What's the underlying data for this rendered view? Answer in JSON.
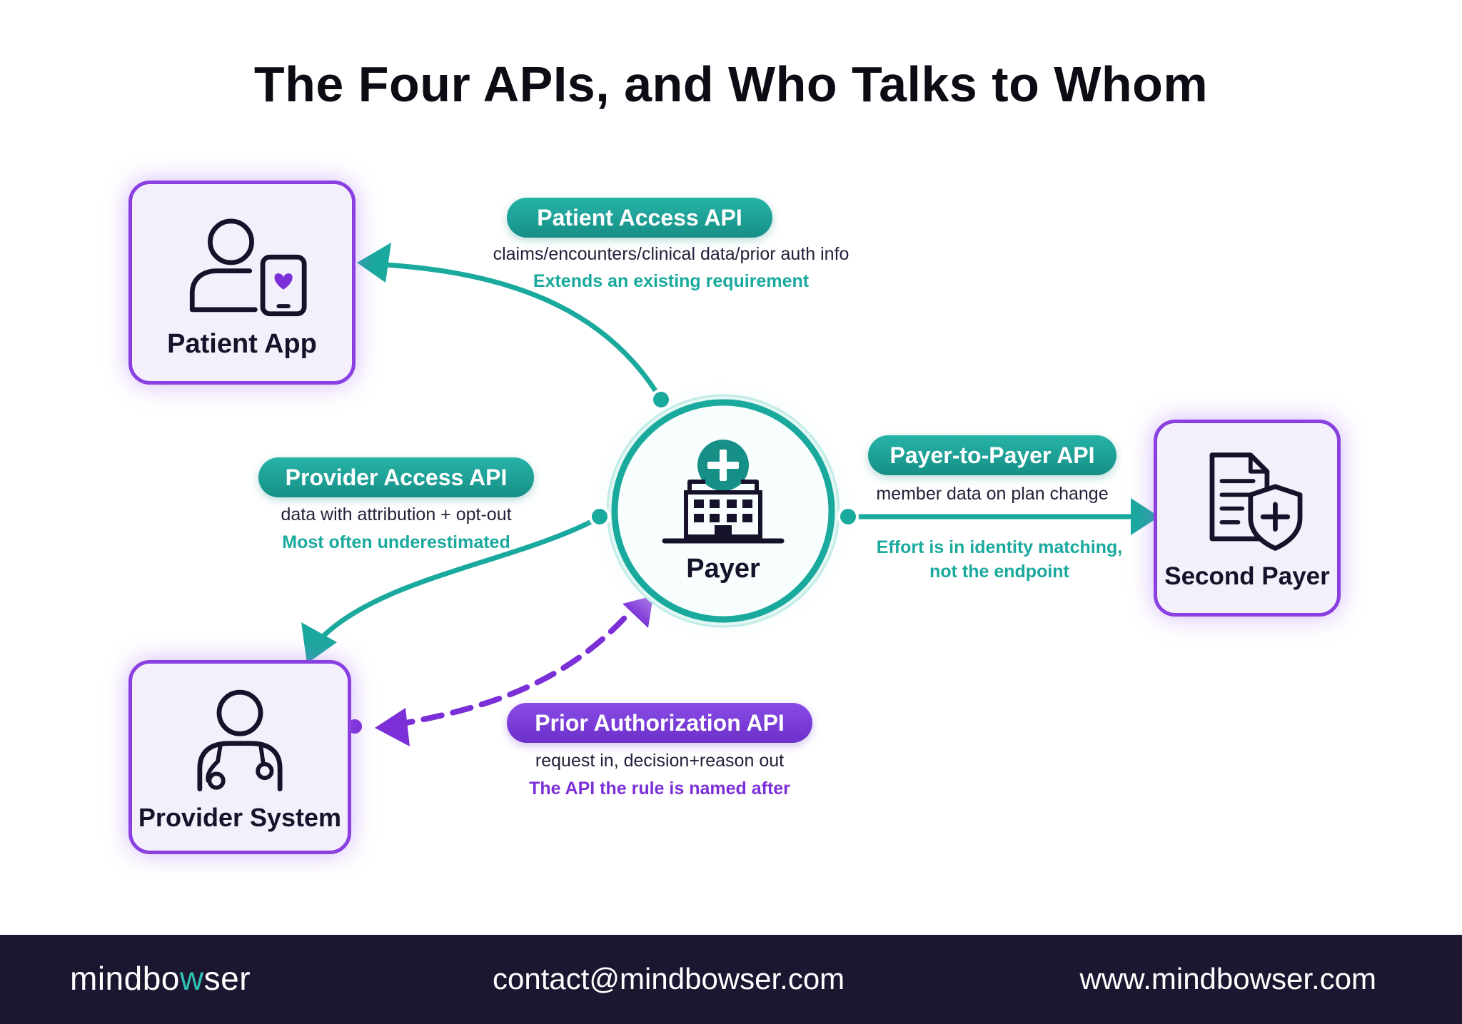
{
  "title": "The Four APIs, and Who Talks to Whom",
  "nodes": {
    "patient_app": "Patient App",
    "provider_system": "Provider System",
    "second_payer": "Second Payer",
    "payer": "Payer"
  },
  "apis": {
    "patient_access": {
      "name": "Patient Access API",
      "description": "claims/encounters/clinical data/prior auth info",
      "note": "Extends an existing requirement"
    },
    "provider_access": {
      "name": "Provider Access API",
      "description": "data with attribution + opt-out",
      "note": "Most often underestimated"
    },
    "payer_to_payer": {
      "name": "Payer-to-Payer API",
      "description": "member data on plan change",
      "note_line1": "Effort is in identity matching,",
      "note_line2": "not the endpoint"
    },
    "prior_authorization": {
      "name": "Prior Authorization API",
      "description": "request in, decision+reason out",
      "note": "The API the rule is named after"
    }
  },
  "colors": {
    "teal": "#1aa99d",
    "purple": "#7b2fd6",
    "node_border": "#8a3fe0",
    "footer_bg": "#1c1630"
  },
  "footer": {
    "brand_prefix": "mindbo",
    "brand_highlight": "w",
    "brand_suffix": "ser",
    "email": "contact@mindbowser.com",
    "website": "www.mindbowser.com"
  }
}
